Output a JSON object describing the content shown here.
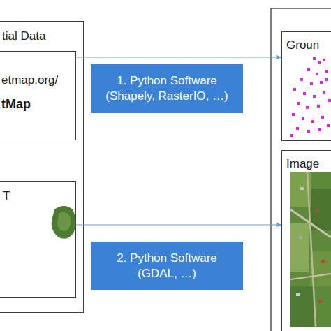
{
  "diagram": {
    "nodes": [
      {
        "text": [
          "tial Data"
        ]
      },
      {
        "text": [
          "etmap.org/",
          "tMap"
        ],
        "in": 0
      },
      {
        "text": [
          "T"
        ],
        "in": 0
      },
      {
        "text": [
          "1. Python Software (Shapely, RasterIO, …)"
        ]
      },
      {
        "text": [
          "2. Python Software (GDAL, …)"
        ]
      },
      {
        "text": [
          "Groun"
        ]
      },
      {
        "text": [
          "Image"
        ]
      }
    ],
    "edges": [
      {
        "from": 1,
        "to": 5,
        "arrow": "to"
      },
      {
        "from": 2,
        "to": 6,
        "arrow": "to"
      }
    ]
  }
}
